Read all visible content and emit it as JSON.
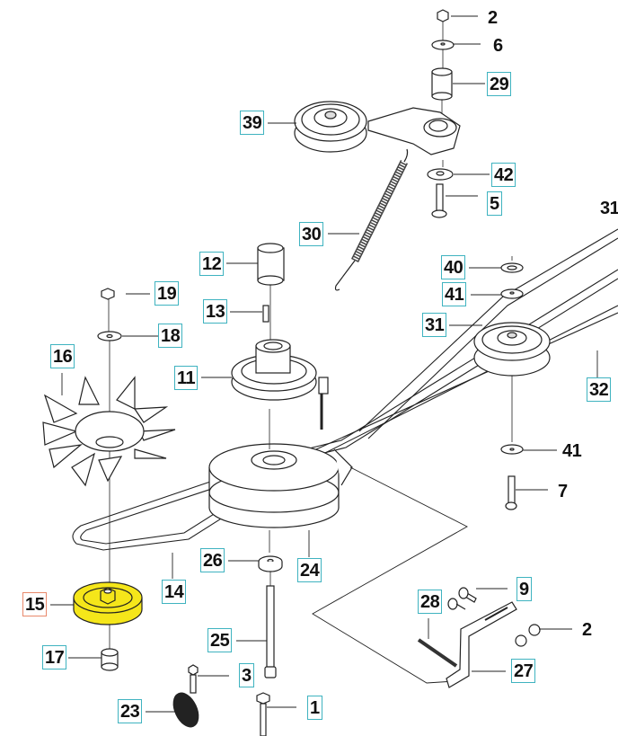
{
  "diagram": {
    "type": "exploded-parts-diagram",
    "subject": "PTO clutch, belt and idler pulley assembly",
    "colors": {
      "label_border": "#3fb3c0",
      "selected_label_border": "#e8896b",
      "highlight_fill": "#f5e61a",
      "line": "#222222"
    },
    "selected_part": "15",
    "callouts": [
      {
        "id": "c2a",
        "number": "2",
        "boxed": false
      },
      {
        "id": "c6",
        "number": "6",
        "boxed": false
      },
      {
        "id": "c29",
        "number": "29",
        "boxed": true
      },
      {
        "id": "c39",
        "number": "39",
        "boxed": true
      },
      {
        "id": "c42",
        "number": "42",
        "boxed": true
      },
      {
        "id": "c5",
        "number": "5",
        "boxed": true
      },
      {
        "id": "c30",
        "number": "30",
        "boxed": true
      },
      {
        "id": "c12",
        "number": "12",
        "boxed": true
      },
      {
        "id": "c13",
        "number": "13",
        "boxed": true
      },
      {
        "id": "c19",
        "number": "19",
        "boxed": true
      },
      {
        "id": "c18",
        "number": "18",
        "boxed": true
      },
      {
        "id": "c16",
        "number": "16",
        "boxed": true
      },
      {
        "id": "c11",
        "number": "11",
        "boxed": true
      },
      {
        "id": "c40",
        "number": "40",
        "boxed": true
      },
      {
        "id": "c41a",
        "number": "41",
        "boxed": true
      },
      {
        "id": "c31",
        "number": "31",
        "boxed": true
      },
      {
        "id": "c32",
        "number": "32",
        "boxed": true
      },
      {
        "id": "c41b",
        "number": "41",
        "boxed": false
      },
      {
        "id": "c7",
        "number": "7",
        "boxed": false
      },
      {
        "id": "c14",
        "number": "14",
        "boxed": true
      },
      {
        "id": "c15",
        "number": "15",
        "boxed": true,
        "selected": true
      },
      {
        "id": "c26",
        "number": "26",
        "boxed": true
      },
      {
        "id": "c24",
        "number": "24",
        "boxed": true
      },
      {
        "id": "c17",
        "number": "17",
        "boxed": true
      },
      {
        "id": "c25",
        "number": "25",
        "boxed": true
      },
      {
        "id": "c3",
        "number": "3",
        "boxed": true
      },
      {
        "id": "c23",
        "number": "23",
        "boxed": true
      },
      {
        "id": "c1",
        "number": "1",
        "boxed": true
      },
      {
        "id": "c28",
        "number": "28",
        "boxed": true
      },
      {
        "id": "c9",
        "number": "9",
        "boxed": true
      },
      {
        "id": "c2b",
        "number": "2",
        "boxed": false
      },
      {
        "id": "c27",
        "number": "27",
        "boxed": true
      },
      {
        "id": "c31edge",
        "number": "31",
        "boxed": false
      }
    ]
  }
}
